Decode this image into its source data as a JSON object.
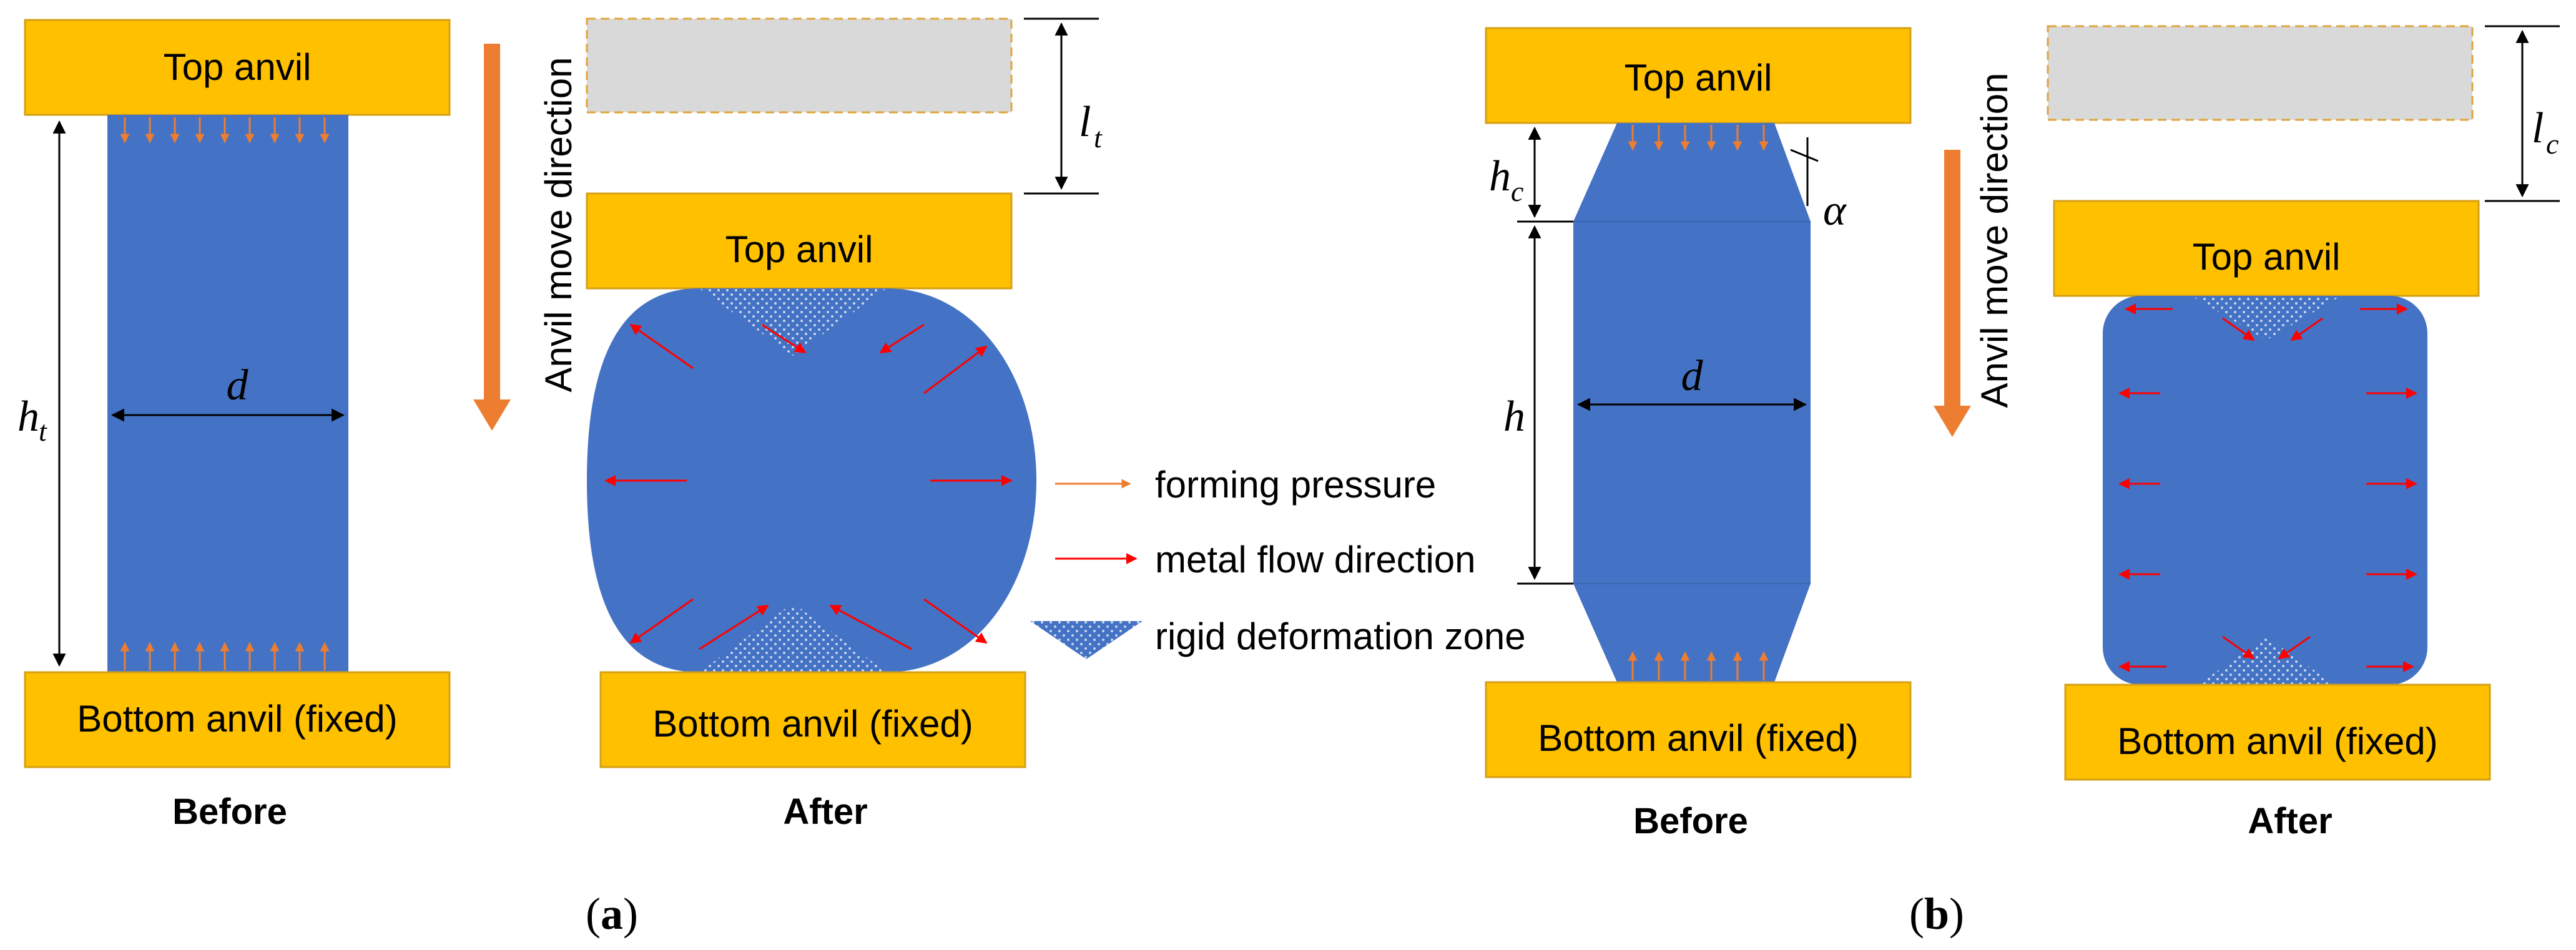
{
  "colors": {
    "anvil": "#FFC000",
    "anvil_border": "#D4A017",
    "billet": "#4472C4",
    "ghost": "#D9D9D9",
    "ghost_border": "#E0A43A",
    "pressure_arrow": "#ED7D31",
    "flow_arrow": "#FF0000",
    "move_arrow": "#ED7D31"
  },
  "panel_a": {
    "label_open": "(",
    "label_letter": "a",
    "label_close": ")",
    "before": {
      "top_anvil": "Top anvil",
      "bottom_anvil": "Bottom anvil (fixed)",
      "caption": "Before",
      "dim_height_main": "h",
      "dim_height_sub": "t",
      "dim_diameter": "d"
    },
    "move_direction": "Anvil move direction",
    "after": {
      "top_anvil": "Top anvil",
      "bottom_anvil": "Bottom anvil (fixed)",
      "caption": "After",
      "dim_stroke_main": "l",
      "dim_stroke_sub": "t"
    }
  },
  "legend": {
    "forming_pressure": "forming pressure",
    "metal_flow": "metal flow direction",
    "rigid_zone": "rigid deformation zone"
  },
  "panel_b": {
    "label_open": "(",
    "label_letter": "b",
    "label_close": ")",
    "before": {
      "top_anvil": "Top anvil",
      "bottom_anvil": "Bottom anvil (fixed)",
      "caption": "Before",
      "dim_cone_main": "h",
      "dim_cone_sub": "c",
      "dim_height": "h",
      "dim_diameter": "d",
      "dim_angle": "α"
    },
    "move_direction": "Anvil move direction",
    "after": {
      "top_anvil": "Top anvil",
      "bottom_anvil": "Bottom anvil (fixed)",
      "caption": "After",
      "dim_stroke_main": "l",
      "dim_stroke_sub": "c"
    }
  }
}
